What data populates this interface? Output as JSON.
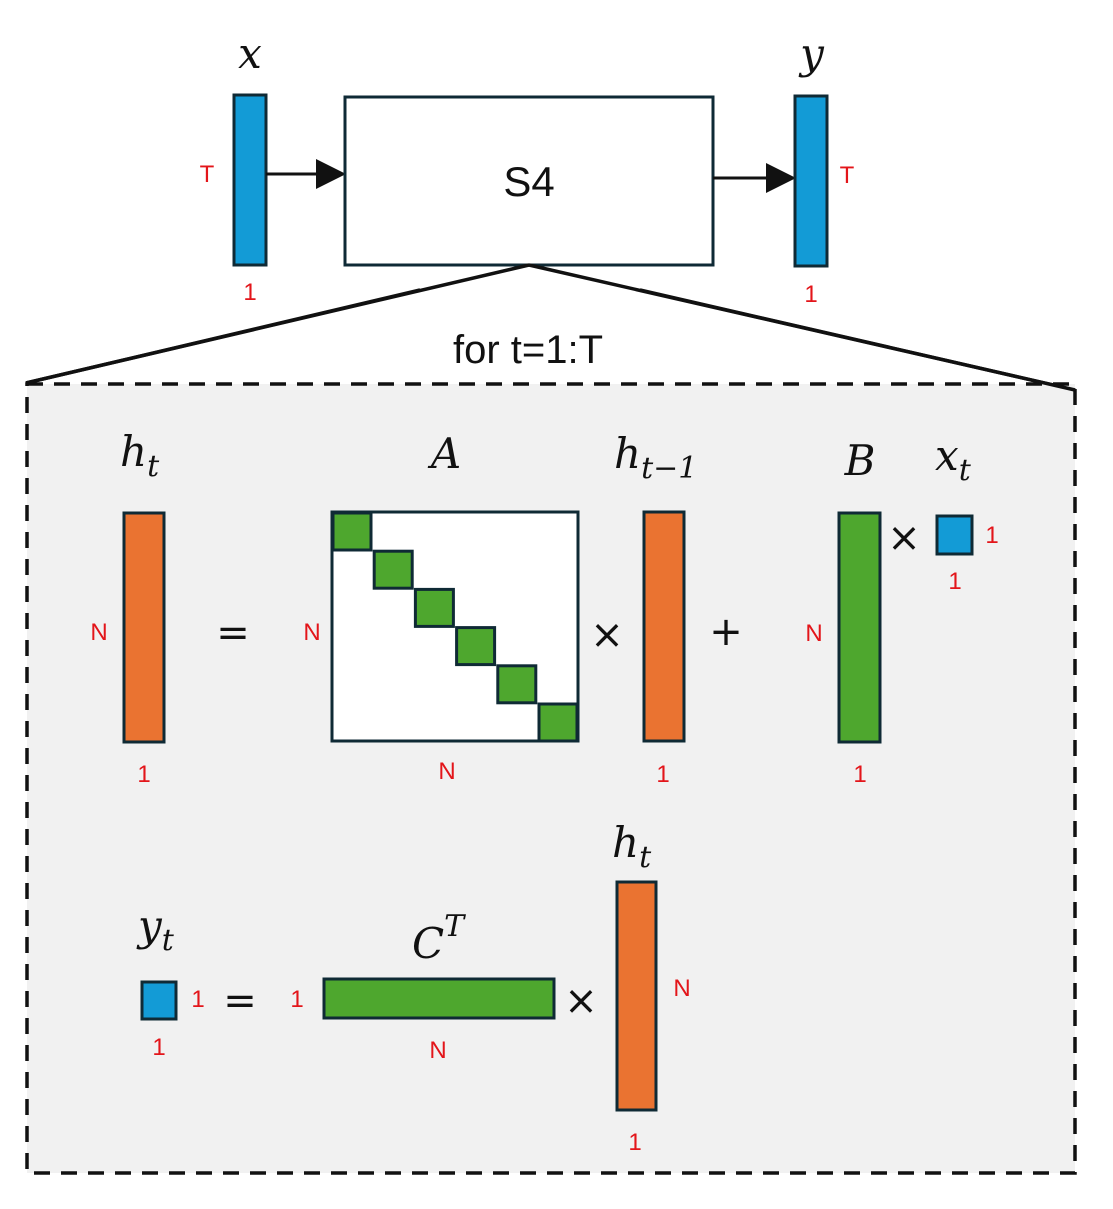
{
  "colors": {
    "vector_blue": "#139bd6",
    "state_orange": "#ea7331",
    "param_green": "#4ea72e",
    "outline": "#0f2a35",
    "dimension_red": "#e3151a",
    "panel_bg": "#f1f1f1"
  },
  "top": {
    "input_label": "x",
    "input_dims": {
      "rows": "T",
      "cols": "1"
    },
    "block_label": "S4",
    "output_label": "y",
    "output_dims": {
      "rows": "T",
      "cols": "1"
    }
  },
  "loop_label": "for t=1:T",
  "equation1": {
    "lhs": {
      "label": "h",
      "sub": "t",
      "rows": "N",
      "cols": "1"
    },
    "equals": "=",
    "A": {
      "label": "A",
      "rows": "N",
      "cols": "N",
      "diagonal_blocks": 6
    },
    "times1": "×",
    "h_prev": {
      "label": "h",
      "sub": "t−1",
      "cols": "1"
    },
    "plus": "+",
    "B": {
      "label": "B",
      "rows": "N",
      "cols": "1"
    },
    "times2": "×",
    "x_t": {
      "label": "x",
      "sub": "t",
      "rows": "1",
      "cols": "1"
    }
  },
  "equation2": {
    "lhs": {
      "label": "y",
      "sub": "t",
      "rows": "1",
      "cols": "1"
    },
    "equals": "=",
    "C": {
      "label": "C",
      "sup": "T",
      "rows": "1",
      "cols": "N"
    },
    "times": "×",
    "h": {
      "label": "h",
      "sub": "t",
      "rows": "N",
      "cols": "1"
    }
  }
}
